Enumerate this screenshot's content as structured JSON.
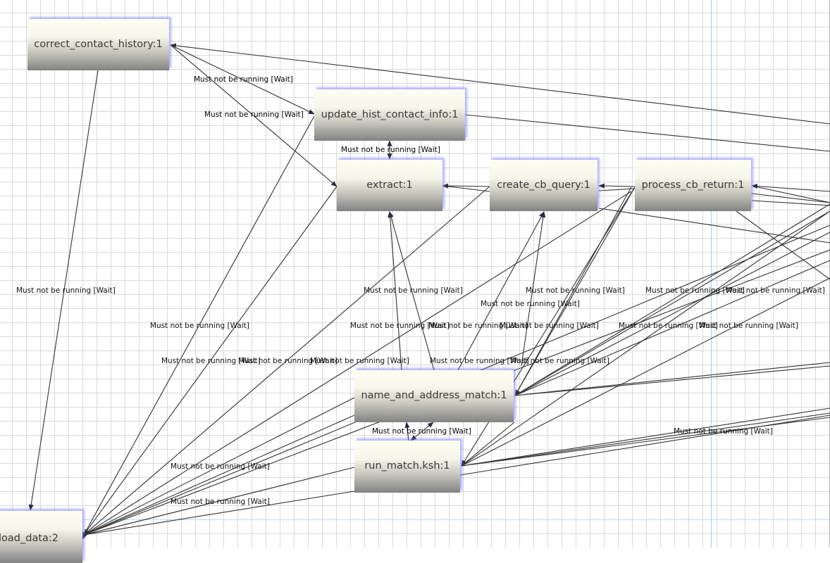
{
  "diagram": {
    "nodes": [
      {
        "id": "correct_contact_history",
        "label": "correct_contact_history:1"
      },
      {
        "id": "update_hist_contact_info",
        "label": "update_hist_contact_info:1"
      },
      {
        "id": "extract",
        "label": "extract:1"
      },
      {
        "id": "create_cb_query",
        "label": "create_cb_query:1"
      },
      {
        "id": "process_cb_return",
        "label": "process_cb_return:1"
      },
      {
        "id": "name_and_address_match",
        "label": "name_and_address_match:1"
      },
      {
        "id": "run_match_ksh",
        "label": "run_match.ksh:1"
      },
      {
        "id": "load_data",
        "label": "load_data:2"
      }
    ],
    "edge_condition_label": "Must not be running [Wait]",
    "edge_labels": [
      "Must not be running [Wait]",
      "Must not be running [Wait]",
      "Must not be running [Wait]",
      "Must not be running [Wait]",
      "Must not be running [Wait]",
      "Must not be running [Wait]",
      "Must not be running [Wait]",
      "Must not be running [Wait]",
      "Must not be running [Wait]",
      "Must not be running [Wait]",
      "Must not be running [Wait]",
      "Must not be running [Wait]",
      "Must not be running [Wait]",
      "Must not be running [Wait]",
      "Must not be running [Wait]",
      "Must not be running [Wait]",
      "Must not be running [Wait]",
      "Must not be running [Wait]",
      "Must not be running [Wait]",
      "Must not be running [Wait]",
      "Must not be running [Wait]",
      "Must not be running [Wait]",
      "Must not be running [Wait]",
      "Must not be running [Wait]",
      "Must not be running [Wait]",
      "Must not be running [Wait]",
      "Must not be running [Wait]"
    ],
    "colors": {
      "edge": "#333333",
      "arrow": "#2a2a44",
      "grid": "#d9d9d9",
      "guide": "#9fd0f0",
      "node_glow": "#7878ff"
    }
  }
}
